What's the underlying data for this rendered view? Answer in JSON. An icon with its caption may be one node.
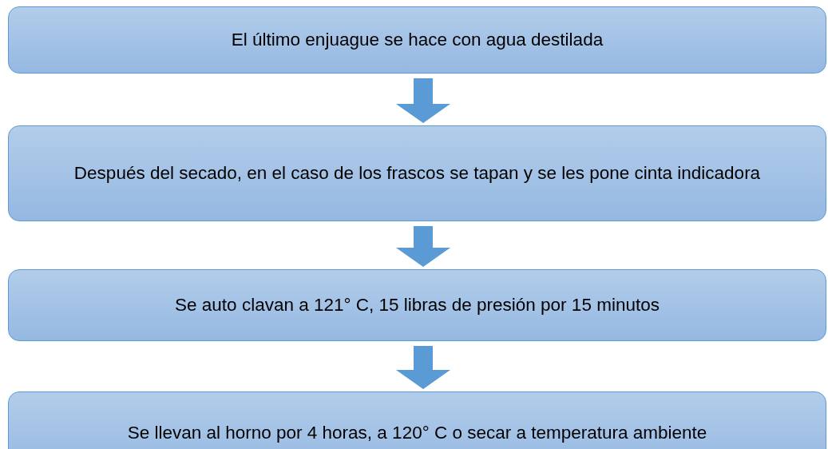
{
  "diagram": {
    "nodes": [
      {
        "text": [
          "El último enjuague se hace con agua destilada"
        ]
      },
      {
        "text": [
          "Después del secado, en el caso de los frascos se tapan y se les pone cinta indicadora"
        ]
      },
      {
        "text": [
          "Se auto clavan a 121° C, 15 libras de presión por 15 minutos"
        ]
      },
      {
        "text": [
          "Se llevan al horno por 4 horas, a 120° C o secar a temperatura ambiente"
        ]
      }
    ],
    "edges": [
      {
        "from": 0,
        "to": 1,
        "arrow": "to"
      },
      {
        "from": 1,
        "to": 2,
        "arrow": "to"
      },
      {
        "from": 2,
        "to": 3,
        "arrow": "to"
      }
    ]
  }
}
